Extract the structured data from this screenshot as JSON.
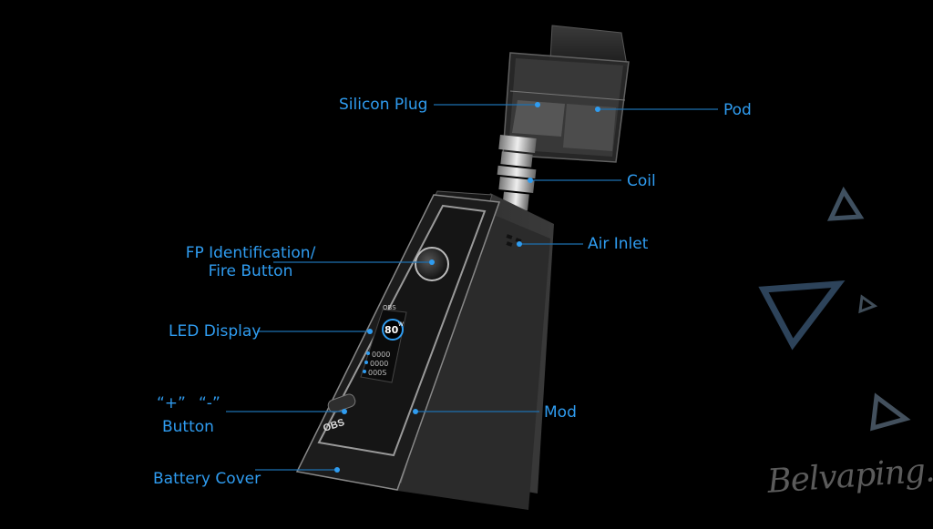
{
  "labels": {
    "silicon_plug": "Silicon Plug",
    "pod": "Pod",
    "coil": "Coil",
    "air_inlet": "Air Inlet",
    "fp_line1": "FP Identification/",
    "fp_line2": "Fire Button",
    "led_display": "LED Display",
    "plus": "“+”",
    "minus": "“-”",
    "button": "Button",
    "mod": "Mod",
    "battery_cover": "Battery Cover"
  },
  "device": {
    "brand": "OBS",
    "screen_brand": "OBS",
    "screen_value": "80",
    "screen_unit": "W",
    "screen_row1": "0000",
    "screen_row2": "0000",
    "screen_row3": "000S"
  },
  "watermark": "Belvaping.com",
  "colors": {
    "accent": "#2f9cf0",
    "background": "#000000",
    "line": "#1d6fb0"
  }
}
